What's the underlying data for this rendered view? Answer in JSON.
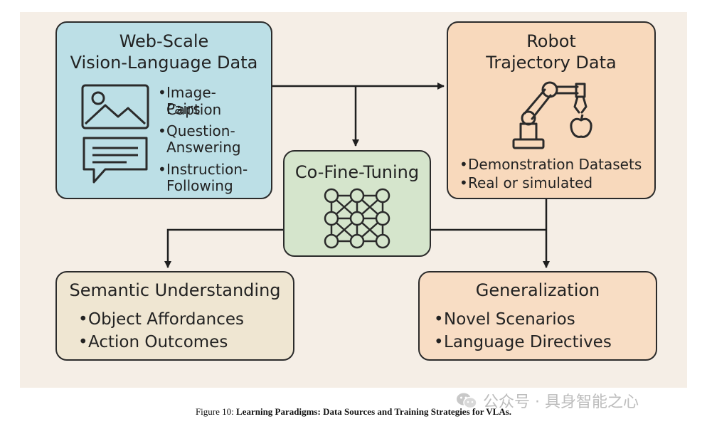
{
  "nodes": {
    "web": {
      "title_line1": "Web-Scale",
      "title_line2": "Vision-Language Data",
      "bullets": [
        "Image-Caption",
        "Pairs",
        "Question-",
        "Answering",
        "Instruction-",
        "Following"
      ]
    },
    "robot": {
      "title_line1": "Robot",
      "title_line2": "Trajectory Data",
      "bullets": [
        "Demonstration Datasets",
        "Real or simulated"
      ]
    },
    "cofinetuning": {
      "title": "Co-Fine-Tuning"
    },
    "semantic": {
      "title": "Semantic Understanding",
      "bullets": [
        "Object Affordances",
        "Action Outcomes"
      ]
    },
    "generalization": {
      "title": "Generalization",
      "bullets": [
        "Novel Scenarios",
        "Language Directives"
      ]
    }
  },
  "caption": {
    "label": "Figure 10:",
    "text": "Learning Paradigms: Data Sources and Training Strategies for VLAs."
  },
  "watermark": {
    "text": "公众号 · 具身智能之心"
  },
  "colors": {
    "background": "#f5eee6",
    "web_box": "#bcdfe6",
    "robot_box": "#f8d9bc",
    "cofinetuning_box": "#d5e5cc",
    "semantic_box": "#efe6d2",
    "generalization_box": "#f8ddc4",
    "stroke": "#2b2b2b"
  },
  "icons": [
    "image-icon",
    "chat-bubble-icon",
    "robot-arm-icon",
    "apple-icon",
    "neural-network-icon",
    "wechat-icon"
  ]
}
